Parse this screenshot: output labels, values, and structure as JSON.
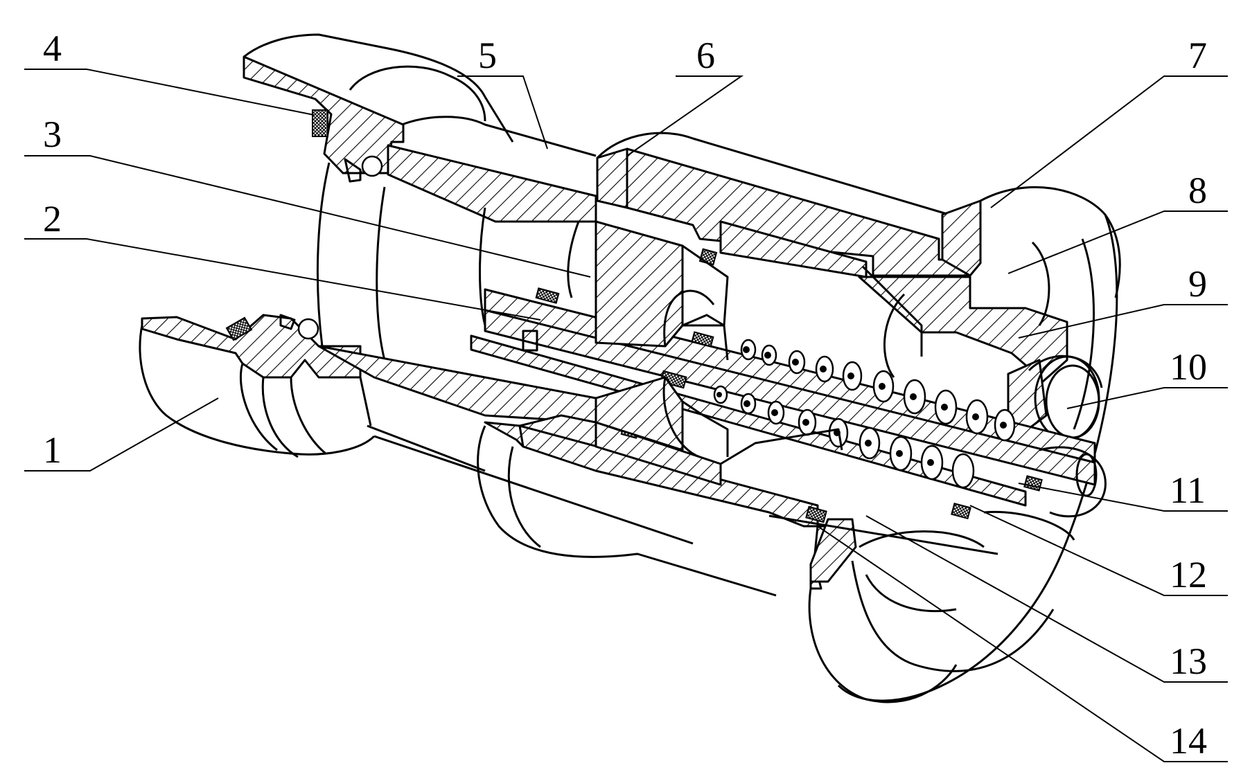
{
  "callouts": [
    {
      "id": "4",
      "text": "4"
    },
    {
      "id": "3",
      "text": "3"
    },
    {
      "id": "2",
      "text": "2"
    },
    {
      "id": "1",
      "text": "1"
    },
    {
      "id": "5",
      "text": "5"
    },
    {
      "id": "6",
      "text": "6"
    },
    {
      "id": "7",
      "text": "7"
    },
    {
      "id": "8",
      "text": "8"
    },
    {
      "id": "9",
      "text": "9"
    },
    {
      "id": "10",
      "text": "10"
    },
    {
      "id": "11",
      "text": "11"
    },
    {
      "id": "12",
      "text": "12"
    },
    {
      "id": "13",
      "text": "13"
    },
    {
      "id": "14",
      "text": "14"
    }
  ]
}
